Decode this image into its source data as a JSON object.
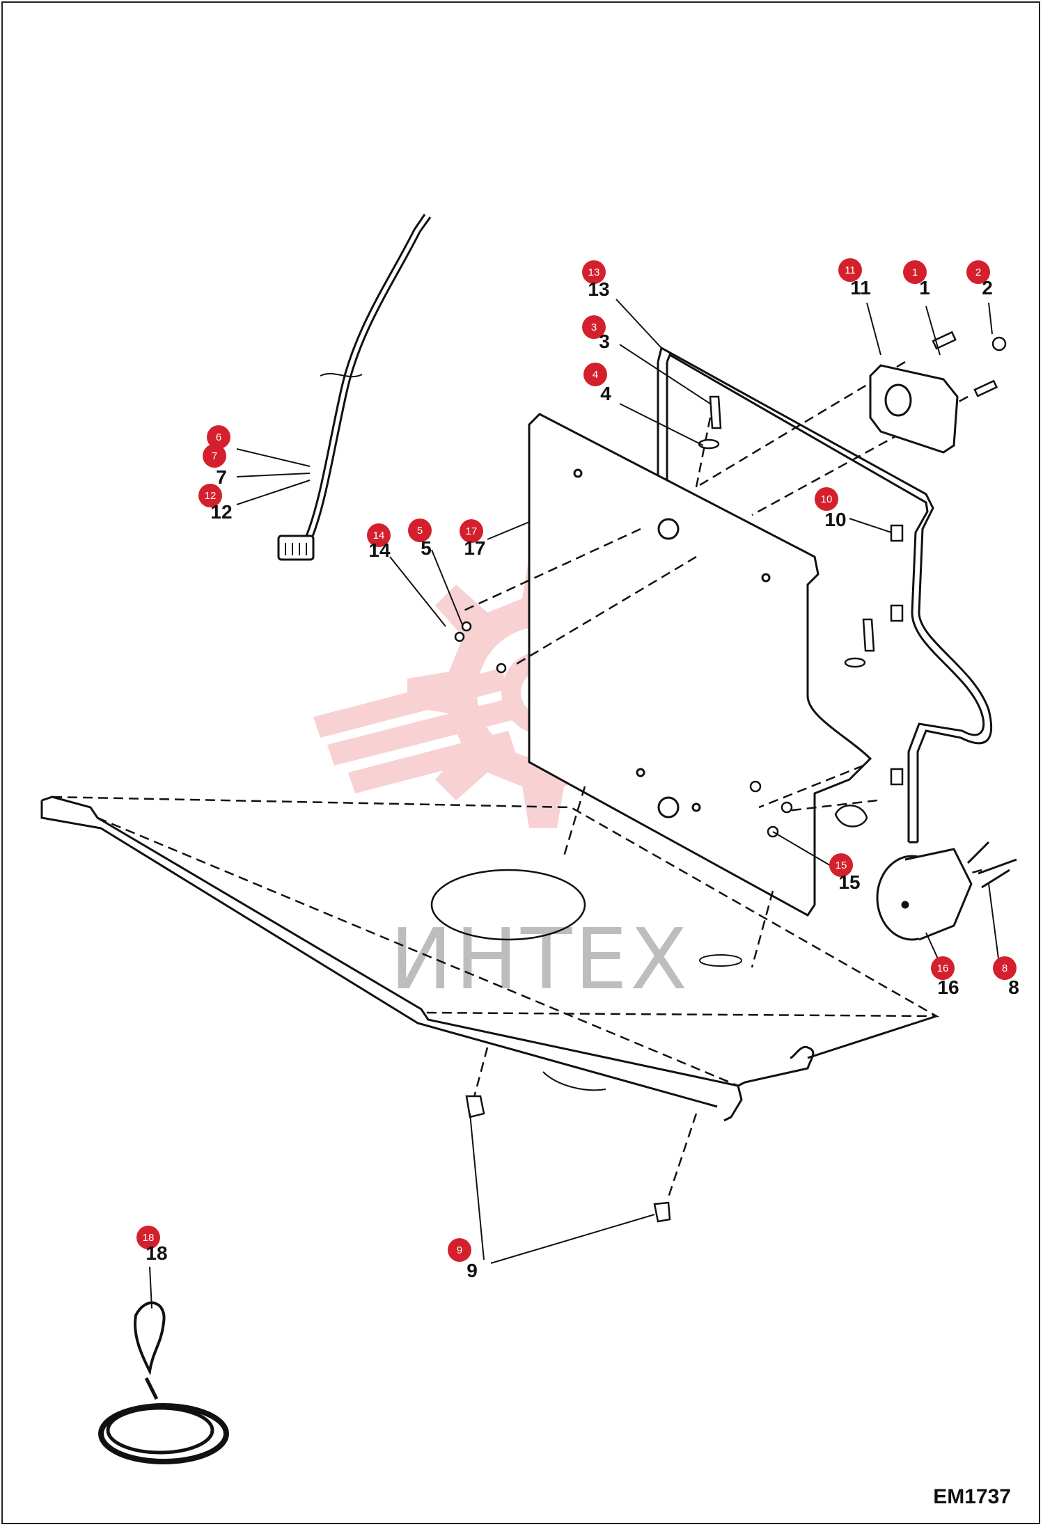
{
  "diagram": {
    "code": "EM1737",
    "watermark_text": "ИНТЕХ",
    "callout_color": "#d4202c",
    "watermark_color": "#f7c9cc",
    "parts": [
      {
        "id": "p1",
        "number": "1"
      },
      {
        "id": "p2",
        "number": "2"
      },
      {
        "id": "p3",
        "number": "3"
      },
      {
        "id": "p4",
        "number": "4"
      },
      {
        "id": "p5",
        "number": "5"
      },
      {
        "id": "p6",
        "number": "6"
      },
      {
        "id": "p7",
        "number": "7"
      },
      {
        "id": "p8",
        "number": "8"
      },
      {
        "id": "p9",
        "number": "9"
      },
      {
        "id": "p10",
        "number": "10"
      },
      {
        "id": "p11",
        "number": "11"
      },
      {
        "id": "p12",
        "number": "12"
      },
      {
        "id": "p13",
        "number": "13"
      },
      {
        "id": "p14",
        "number": "14"
      },
      {
        "id": "p15",
        "number": "15"
      },
      {
        "id": "p16",
        "number": "16"
      },
      {
        "id": "p17",
        "number": "17"
      },
      {
        "id": "p18",
        "number": "18"
      }
    ]
  }
}
